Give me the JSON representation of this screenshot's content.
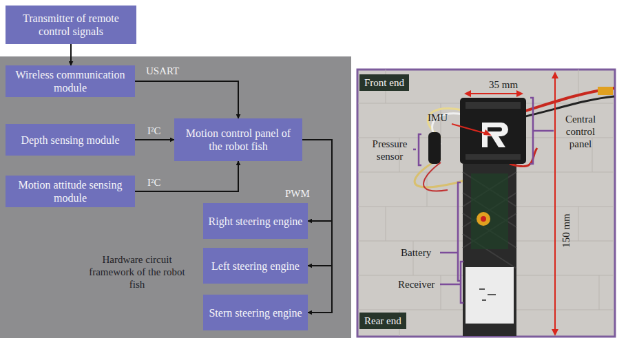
{
  "diagram": {
    "nodes": [
      {
        "text": [
          "Transmitter of remote control signals"
        ]
      },
      {
        "text": [
          "Wireless communication module"
        ]
      },
      {
        "text": [
          "Depth sensing module"
        ]
      },
      {
        "text": [
          "Motion control panel of the robot fish"
        ]
      },
      {
        "text": [
          "Motion attitude sensing module"
        ]
      },
      {
        "text": [
          "Right steering engine"
        ]
      },
      {
        "text": [
          "Left steering engine"
        ]
      },
      {
        "text": [
          "Stern steering engine"
        ]
      }
    ],
    "edges": [
      {
        "from": 0,
        "to": 1,
        "arrow": "to"
      },
      {
        "from": 1,
        "to": 3,
        "arrow": "to"
      },
      {
        "from": 2,
        "to": 3,
        "arrow": "to"
      },
      {
        "from": 4,
        "to": 3,
        "arrow": "to"
      },
      {
        "from": 3,
        "to": 5,
        "arrow": "to"
      },
      {
        "from": 3,
        "to": 6,
        "arrow": "to"
      },
      {
        "from": 3,
        "to": 7,
        "arrow": "to"
      }
    ],
    "labels": [
      "USART",
      "I²C",
      "I²C",
      "PWM",
      "Hardware circuit framework of the robot fish",
      "Front end",
      "35 mm",
      "IMU",
      "Pressure sensor",
      "Central control panel",
      "150 mm",
      "Battery",
      "Receiver",
      "Rear end"
    ]
  }
}
